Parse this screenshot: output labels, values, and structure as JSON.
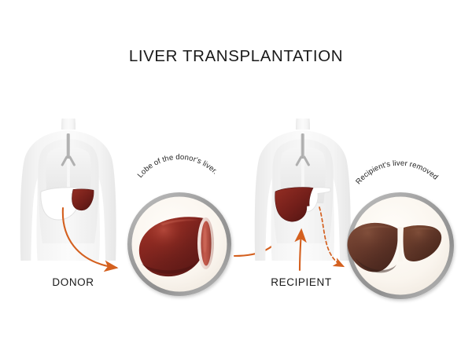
{
  "figure": {
    "title": "LIVER TRANSPLANTATION",
    "type": "medical-illustration",
    "background_color": "#ffffff"
  },
  "panels": {
    "donor": {
      "role_label": "DONOR",
      "body_label": "donor-torso",
      "organ_state": "liver outline with highlighted donated lobe"
    },
    "recipient": {
      "role_label": "RECIPIENT",
      "body_label": "recipient-torso",
      "organ_state": "transplanted lobe in place, diseased liver removed"
    }
  },
  "callouts": [
    {
      "id": "donor-lobe",
      "curved_label": "Lobe of the donor's liver.",
      "contents": "single dark red liver lobe with pale cut surface"
    },
    {
      "id": "recipient-removed",
      "curved_label": "Recipient's liver removed",
      "contents": "two brown diseased liver lobes separated"
    }
  ],
  "arrows": [
    {
      "id": "donor-to-callout",
      "style": "solid",
      "direction": "right"
    },
    {
      "id": "callout-to-recipient",
      "style": "solid",
      "direction": "right-up"
    },
    {
      "id": "recipient-to-removed",
      "style": "dashed",
      "direction": "right-down"
    }
  ],
  "colors": {
    "accent_arrow": "#d4601f",
    "liver_healthy_dark": "#6d1f1b",
    "liver_healthy_mid": "#8c2a22",
    "liver_healthy_light": "#a3382c",
    "liver_cut_surface": "#c0594c",
    "liver_cut_rim": "#efdcd6",
    "liver_diseased_dark": "#4a2a21",
    "liver_diseased_mid": "#6b3d2e",
    "liver_diseased_light": "#7d4a37",
    "body_fill": "#f0f0f0",
    "body_inner": "#e6e6e6",
    "lung_fill": "#ececec",
    "trachea": "#b4b4b4",
    "circle_ring": "#a9a9a9",
    "circle_inner": "#faf6f0",
    "text": "#1a1a1a"
  }
}
